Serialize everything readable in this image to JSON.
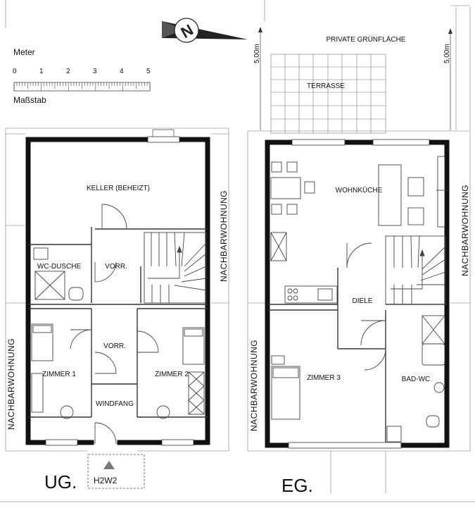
{
  "compass": {
    "letter": "N"
  },
  "scale": {
    "unit_label": "Meter",
    "ticks": [
      "0",
      "1",
      "2",
      "3",
      "4",
      "5"
    ],
    "caption": "Maßstab"
  },
  "ug": {
    "floor_label": "UG.",
    "rooms": {
      "keller": "KELLER (BEHEIZT)",
      "wc_dusche": "WC-DUSCHE",
      "vorr_top": "VORR.",
      "vorr_mid": "VORR.",
      "zimmer1": "ZIMMER 1",
      "zimmer2": "ZIMMER 2",
      "windfang": "WINDFANG"
    },
    "neighbor_left": "NACHBARWOHNUNG",
    "neighbor_right": "NACHBARWOHNUNG",
    "entrance_code": "H2W2"
  },
  "eg": {
    "floor_label": "EG.",
    "green_area": "PRIVATE GRÜNFLÄCHE",
    "terrace": "TERRASSE",
    "dim_left": "5,00m",
    "dim_right": "5,00m",
    "rooms": {
      "wohnkueche": "WOHNKÜCHE",
      "diele": "DIELE",
      "zimmer3": "ZIMMER 3",
      "bad_wc": "BAD-WC"
    },
    "neighbor_left": "NACHBARWOHNUNG",
    "neighbor_right": "NACHBARWOHNUNG"
  }
}
